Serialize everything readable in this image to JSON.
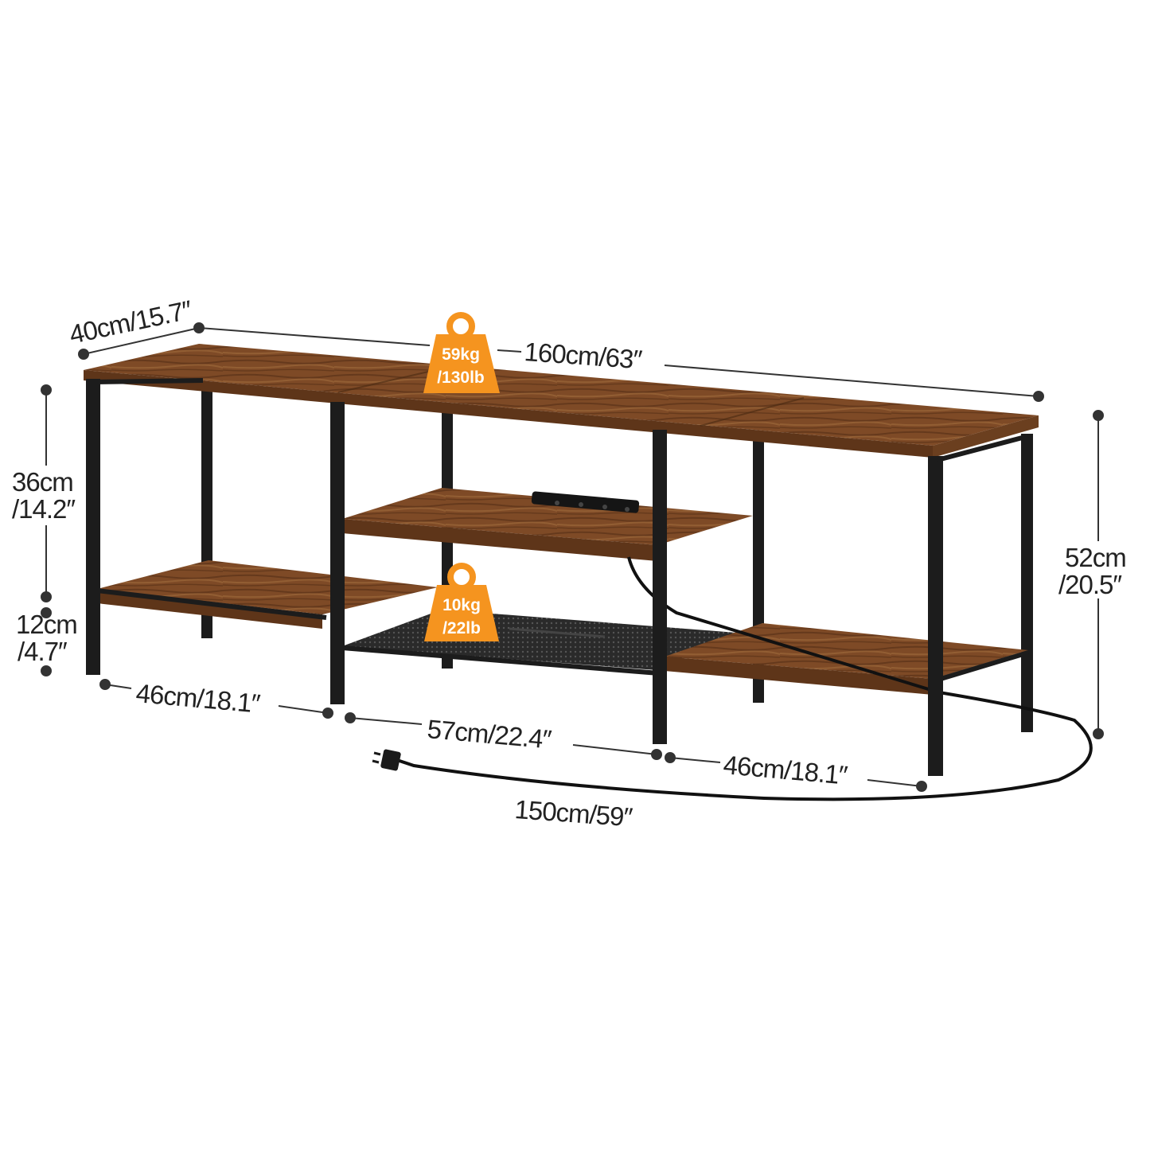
{
  "colors": {
    "frame": "#1c1c1c",
    "wood_top": "#8a5530",
    "wood_dark": "#5e3519",
    "wood_edge": "#6b3f1f",
    "badge": "#f5941f",
    "dimension_line": "#333333",
    "cord": "#111111"
  },
  "icons": {
    "weight_badge": "weight-icon",
    "plug": "plug-icon",
    "power_strip": "power-strip-icon",
    "dimension_end": "dot-marker-icon"
  },
  "dimensions": {
    "depth": "40cm/15.7″",
    "width": "160cm/63″",
    "upper_height_cm": "36cm",
    "upper_height_in": "/14.2″",
    "lower_height_cm": "12cm",
    "lower_height_in": "/4.7″",
    "total_height_cm": "52cm",
    "total_height_in": "/20.5″",
    "left_section": "46cm/18.1″",
    "middle_section": "57cm/22.4″",
    "right_section": "46cm/18.1″",
    "cord_length": "150cm/59″"
  },
  "capacity": {
    "top": {
      "kg": "59kg",
      "lb": "/130lb"
    },
    "shelf": {
      "kg": "10kg",
      "lb": "/22lb"
    }
  }
}
